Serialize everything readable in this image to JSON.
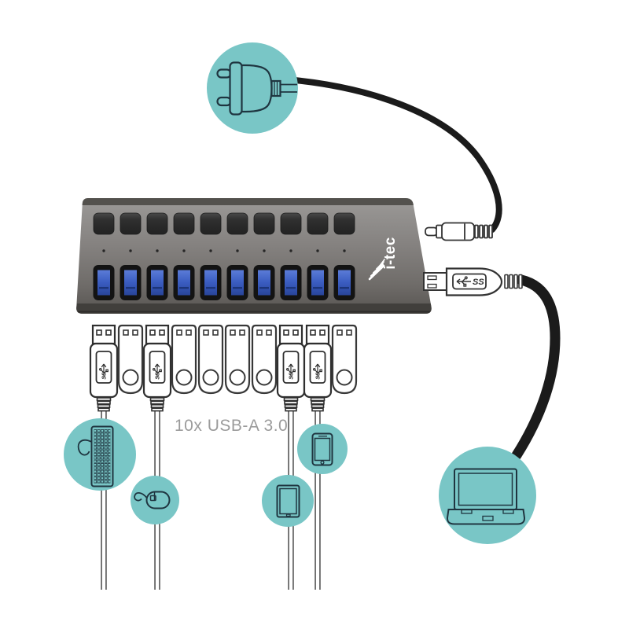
{
  "brand": {
    "logo_text": "i-tec"
  },
  "caption": {
    "text": "10x USB-A 3.0",
    "color": "#9b9b9b"
  },
  "usb": {
    "superspeed_label": "SS",
    "port_count": 10,
    "port_type": "USB-A 3.0"
  },
  "hub": {
    "button_count": 10,
    "led_count": 10,
    "port_count": 10,
    "body_color_top": "#9b9997",
    "body_color_bottom": "#575451",
    "button_color": "#2b2b2b",
    "port_blue": "#3a5cc0"
  },
  "colors": {
    "accent_teal": "#79c6c6",
    "cable_black": "#1b1b1b",
    "lineart_dark": "#2f2f2f",
    "icon_stroke": "#1f3540",
    "caption_gray": "#9b9b9b",
    "background": "#ffffff"
  },
  "callouts": [
    {
      "icon": "power-plug-icon"
    },
    {
      "icon": "keyboard-icon"
    },
    {
      "icon": "mouse-icon"
    },
    {
      "icon": "tablet-icon"
    },
    {
      "icon": "smartphone-icon"
    },
    {
      "icon": "laptop-icon"
    }
  ],
  "rear_connections": [
    "dc-power-plug",
    "usb-b-host-cable"
  ],
  "connector_row": [
    "usb-a-cable-to-keyboard",
    "usb-flash-drive",
    "usb-a-cable-to-mouse",
    "usb-flash-drive",
    "usb-flash-drive",
    "usb-flash-drive",
    "usb-flash-drive",
    "usb-a-cable-to-tablet",
    "usb-a-cable-to-smartphone",
    "usb-flash-drive"
  ]
}
